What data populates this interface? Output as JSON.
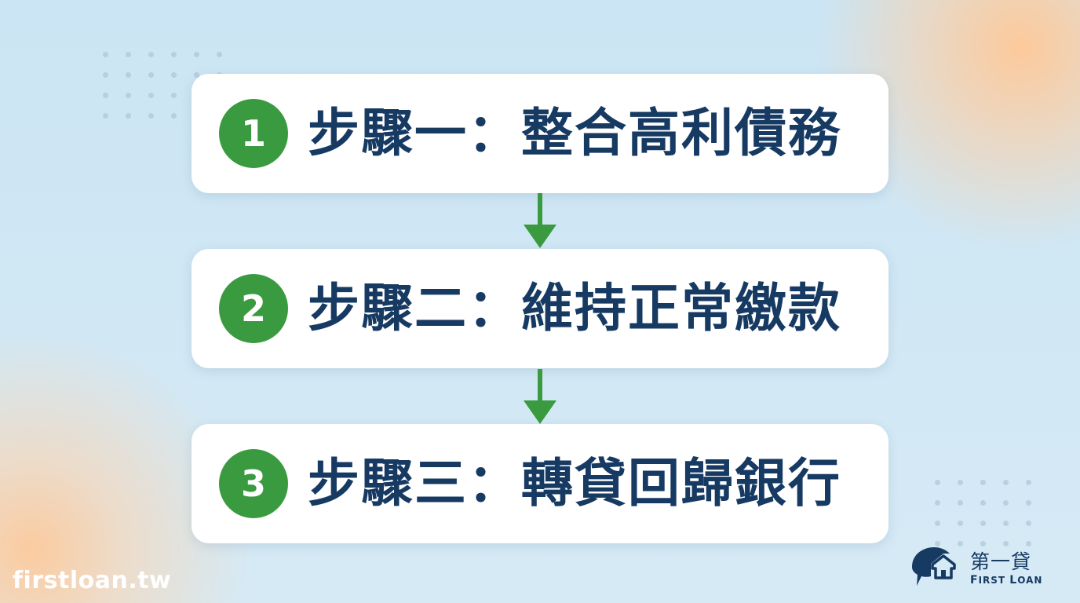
{
  "steps": [
    {
      "number": "1",
      "text": "步驟一：整合高利債務"
    },
    {
      "number": "2",
      "text": "步驟二：維持正常繳款"
    },
    {
      "number": "3",
      "text": "步驟三：轉貸回歸銀行"
    }
  ],
  "footer": {
    "website": "firstloan.tw",
    "logo_name": "第一貸",
    "logo_subtitle": "First Loan"
  },
  "icons": {
    "arrow": "arrow-down-icon",
    "logo": "speech-bubble-house-icon"
  },
  "colors": {
    "badge": "#3a9a3f",
    "text": "#173a63",
    "arrow": "#3a9a3f",
    "card": "#ffffff"
  }
}
